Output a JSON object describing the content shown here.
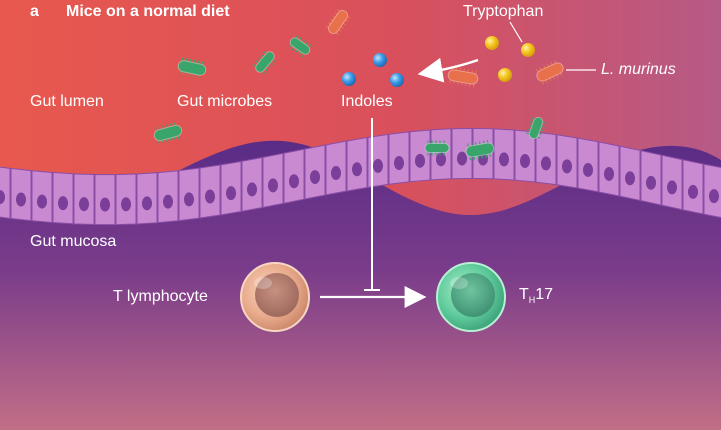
{
  "panel": {
    "letter": "a",
    "title": "Mice on a normal diet"
  },
  "labels": {
    "tryptophan": "Tryptophan",
    "l_murinus": "L. murinus",
    "gut_lumen": "Gut lumen",
    "gut_microbes": "Gut microbes",
    "indoles": "Indoles",
    "gut_mucosa": "Gut mucosa",
    "t_lymphocyte": "T lymphocyte",
    "th17_main": "T",
    "th17_sub": "H",
    "th17_num": "17"
  },
  "colors": {
    "tryptophan_molecule": "#f3c21a",
    "indole_molecule": "#2f8fdf",
    "epithelium": "#c98ad2",
    "nucleus": "#7b3f9a",
    "t_lymphocyte": "#e0a080",
    "th17": "#5fc79a",
    "l_murinus": "#e8704a",
    "microbe_green": "#3aa56a"
  },
  "icons": [
    "tryptophan-molecule",
    "indole-molecule",
    "rod-bacterium",
    "epithelial-cell",
    "t-cell",
    "inhibition-bar",
    "arrow"
  ]
}
